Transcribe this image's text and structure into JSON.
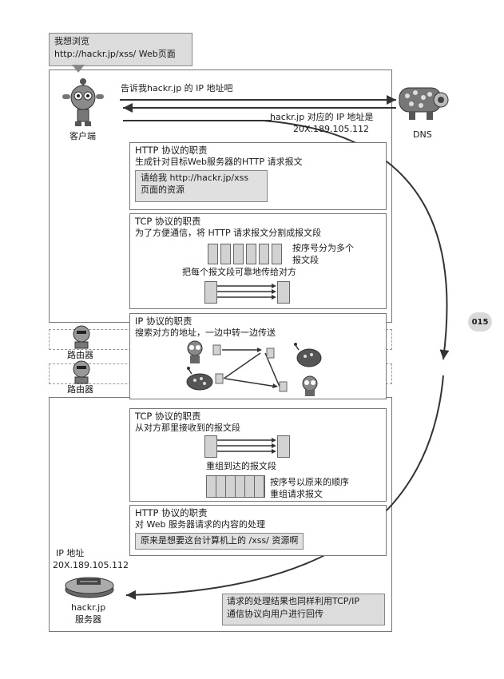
{
  "callout": {
    "line1": "我想浏览",
    "line2": "http://hackr.jp/xss/ Web页面"
  },
  "client": {
    "label": "客户端"
  },
  "dns": {
    "label": "DNS",
    "request": "告诉我hackr.jp 的 IP 地址吧",
    "reply_line1": "hackr.jp 对应的 IP 地址是",
    "reply_line2": "20X.189.105.112"
  },
  "http_box_1": {
    "title": "HTTP 协议的职责",
    "desc": "生成针对目标Web服务器的HTTP 请求报文",
    "inner_line1": "请给我 http://hackr.jp/xss",
    "inner_line2": "页面的资源"
  },
  "tcp_box_1": {
    "title": "TCP 协议的职责",
    "desc": "为了方便通信，将 HTTP 请求报文分割成报文段",
    "note_line1": "按序号分为多个",
    "note_line2": "报文段",
    "transfer_label": "把每个报文段可靠地传给对方"
  },
  "ip_box": {
    "title": "IP 协议的职责",
    "desc": "搜索对方的地址，一边中转一边传送"
  },
  "routers": [
    {
      "label": "路由器"
    },
    {
      "label": "路由器"
    }
  ],
  "tcp_box_2": {
    "title": "TCP 协议的职责",
    "desc": "从对方那里接收到的报文段",
    "reassembled": "重组到达的报文段",
    "order_line1": "按序号以原来的顺序",
    "order_line2": "重组请求报文"
  },
  "http_box_2": {
    "title": "HTTP 协议的职责",
    "desc": "对 Web 服务器请求的内容的处理",
    "inner": "原来是想要这台计算机上的 /xss/ 资源啊"
  },
  "server": {
    "ip_label": "IP 地址",
    "ip_value": "20X.189.105.112",
    "label_line1": "hackr.jp",
    "label_line2": "服务器"
  },
  "result_box": {
    "line1": "请求的处理结果也同样利用TCP/IP",
    "line2": "通信协议向用户进行回传"
  },
  "page_number": "015",
  "colors": {
    "box_border": "#777777",
    "shade": "#dcdcdc",
    "arrow": "#333333"
  }
}
